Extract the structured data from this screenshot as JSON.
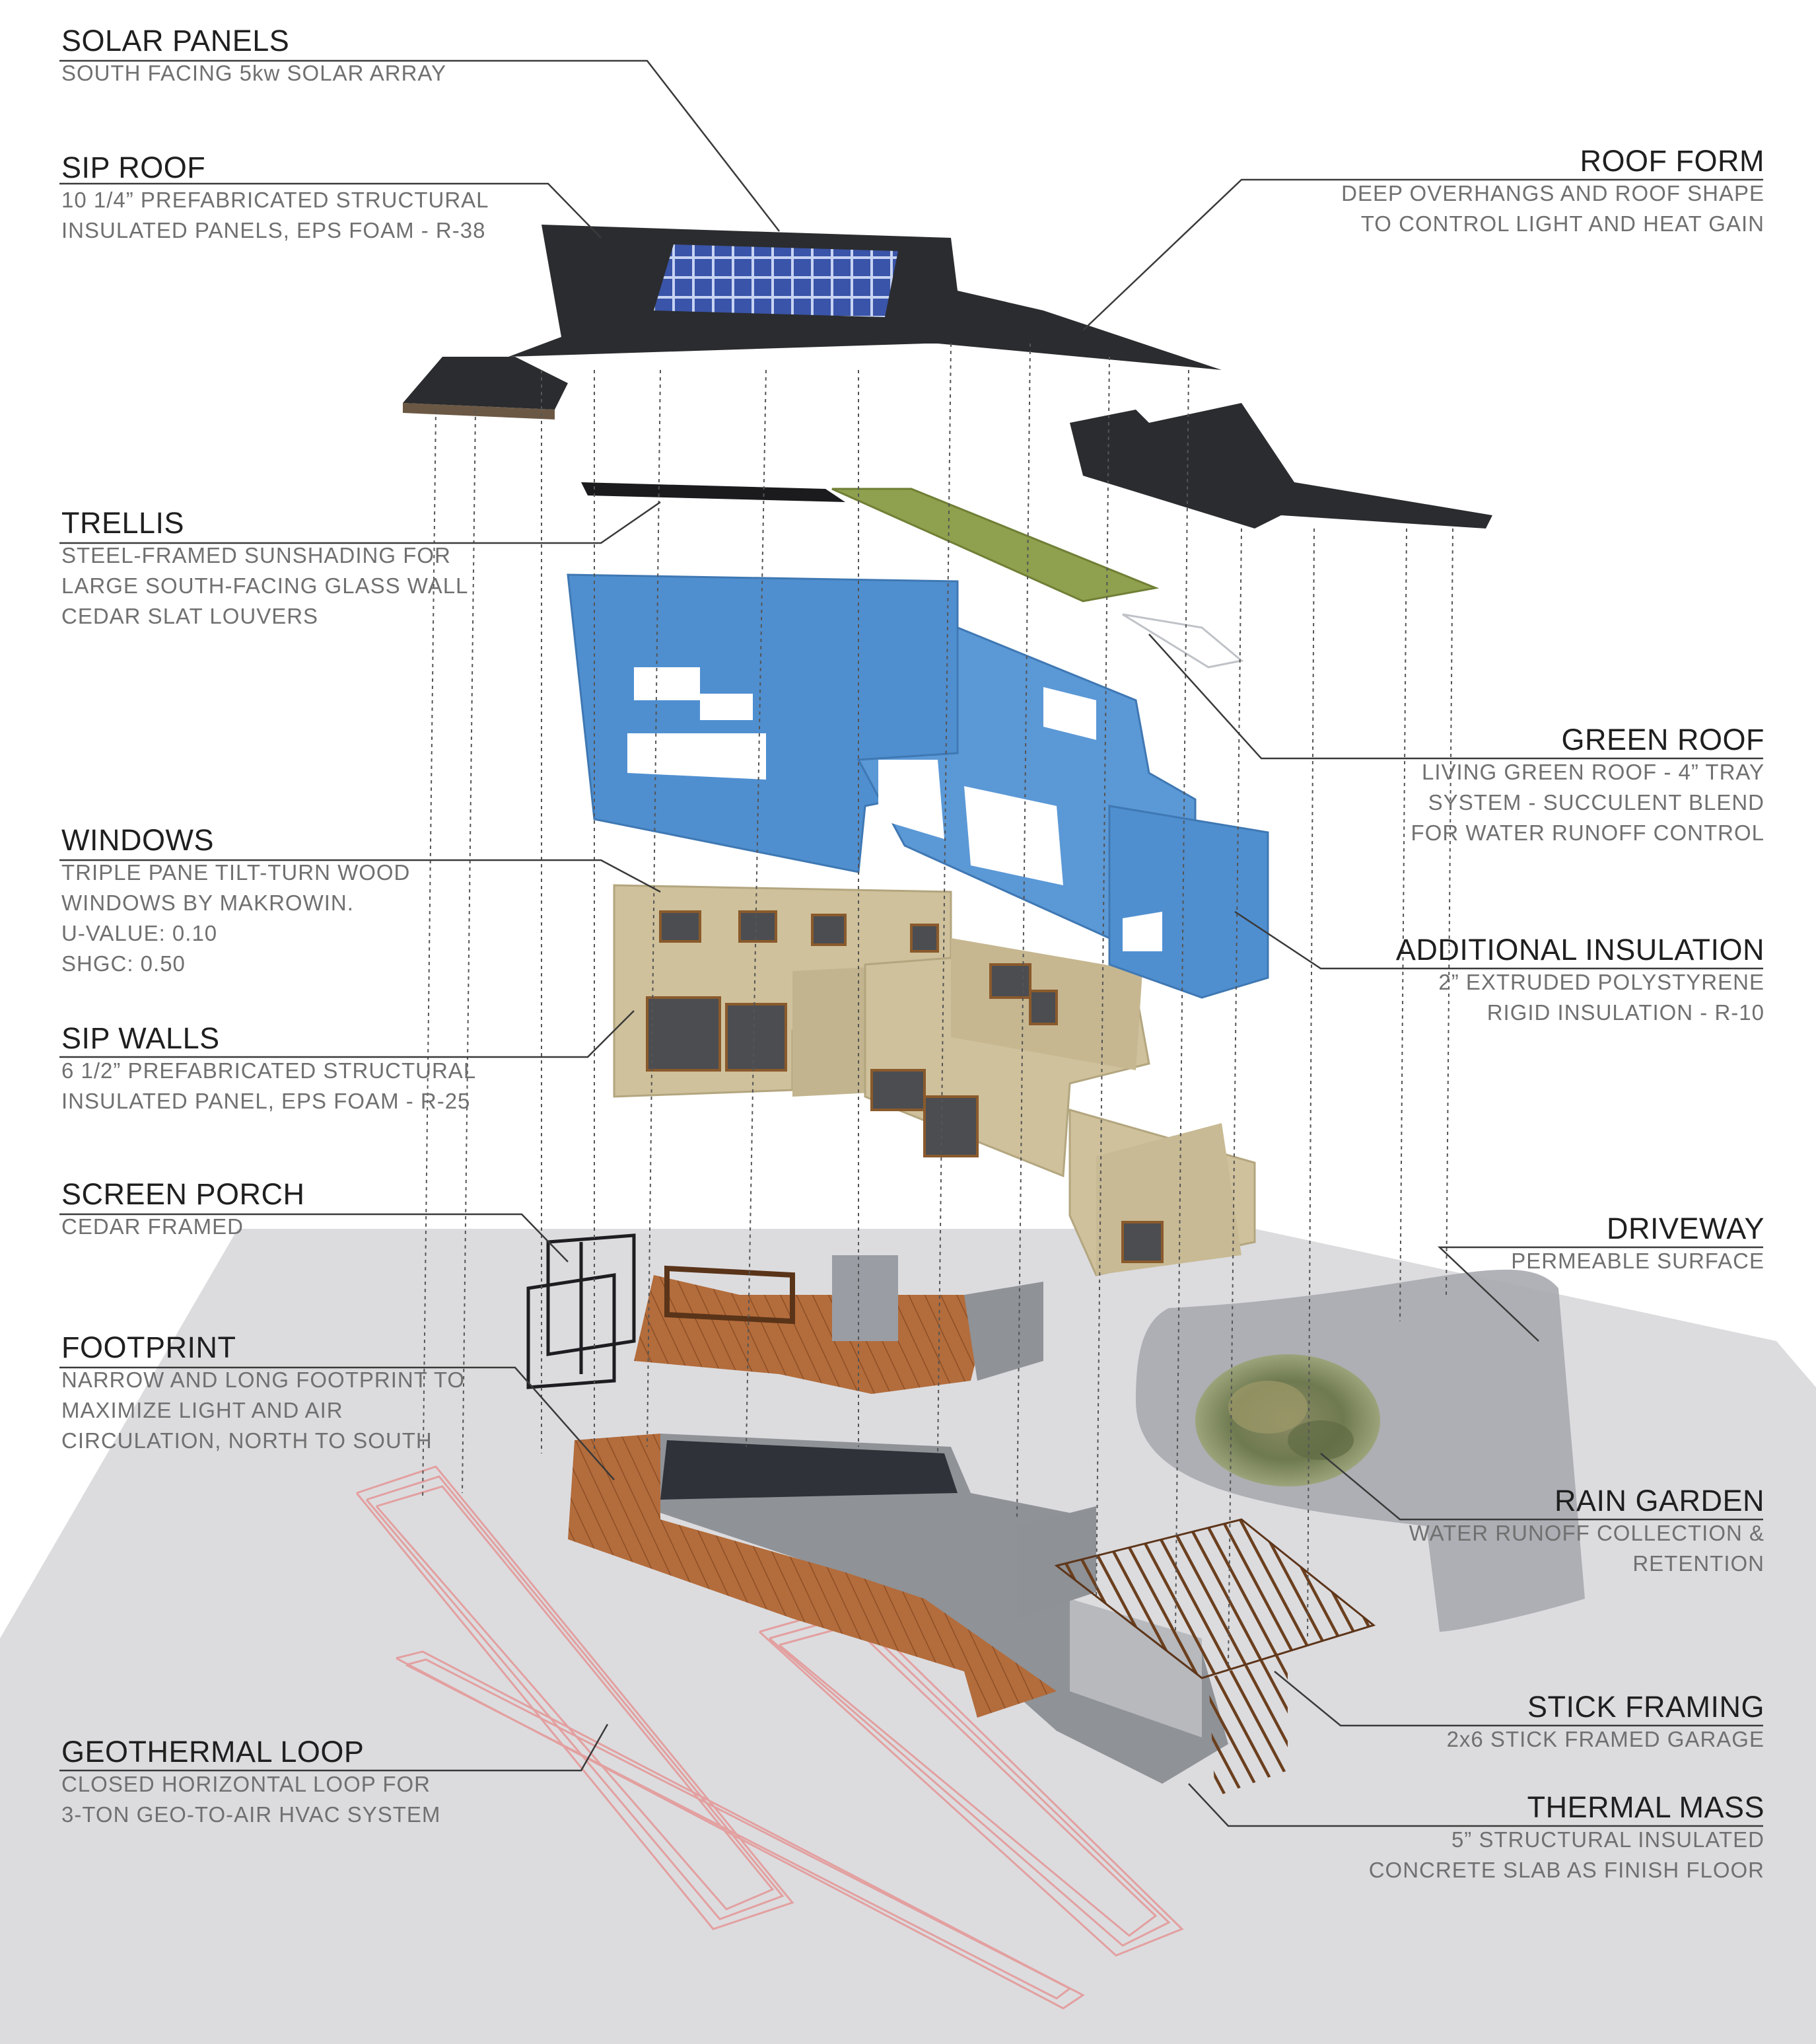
{
  "labels": {
    "solar_panels": {
      "title": "SOLAR PANELS",
      "lines": [
        "SOUTH FACING 5kw SOLAR ARRAY"
      ]
    },
    "sip_roof": {
      "title": "SIP ROOF",
      "lines": [
        "10 1/4” PREFABRICATED STRUCTURAL",
        "INSULATED PANELS, EPS FOAM - R-38"
      ]
    },
    "roof_form": {
      "title": "ROOF FORM",
      "lines": [
        "DEEP OVERHANGS AND ROOF SHAPE",
        "TO CONTROL LIGHT AND HEAT GAIN"
      ]
    },
    "trellis": {
      "title": "TRELLIS",
      "lines": [
        "STEEL-FRAMED SUNSHADING FOR",
        "LARGE SOUTH-FACING GLASS WALL",
        "CEDAR SLAT LOUVERS"
      ]
    },
    "green_roof": {
      "title": "GREEN ROOF",
      "lines": [
        "LIVING GREEN ROOF - 4” TRAY",
        "SYSTEM - SUCCULENT BLEND",
        "FOR WATER RUNOFF CONTROL"
      ]
    },
    "windows": {
      "title": "WINDOWS",
      "lines": [
        "TRIPLE PANE TILT-TURN WOOD",
        "WINDOWS BY MAKROWIN.",
        "U-VALUE:  0.10",
        "SHGC: 0.50"
      ]
    },
    "additional_insulation": {
      "title": "ADDITIONAL INSULATION",
      "lines": [
        "2” EXTRUDED POLYSTYRENE",
        "RIGID INSULATION - R-10"
      ]
    },
    "sip_walls": {
      "title": "SIP WALLS",
      "lines": [
        "6 1/2” PREFABRICATED STRUCTURAL",
        "INSULATED PANEL, EPS FOAM - R-25"
      ]
    },
    "screen_porch": {
      "title": "SCREEN PORCH",
      "lines": [
        "CEDAR FRAMED"
      ]
    },
    "driveway": {
      "title": "DRIVEWAY",
      "lines": [
        "PERMEABLE SURFACE"
      ]
    },
    "footprint": {
      "title": "FOOTPRINT",
      "lines": [
        "NARROW AND LONG FOOTPRINT TO",
        "MAXIMIZE LIGHT AND AIR",
        "CIRCULATION, NORTH TO SOUTH"
      ]
    },
    "rain_garden": {
      "title": "RAIN GARDEN",
      "lines": [
        "WATER RUNOFF COLLECTION &",
        "RETENTION"
      ]
    },
    "stick_framing": {
      "title": "STICK FRAMING",
      "lines": [
        "2x6  STICK FRAMED GARAGE"
      ]
    },
    "geothermal_loop": {
      "title": "GEOTHERMAL LOOP",
      "lines": [
        "CLOSED HORIZONTAL LOOP FOR",
        "3-TON GEO-TO-AIR HVAC SYSTEM"
      ]
    },
    "thermal_mass": {
      "title": "THERMAL MASS",
      "lines": [
        "5” STRUCTURAL INSULATED",
        "CONCRETE SLAB AS FINISH FLOOR"
      ]
    }
  },
  "colors": {
    "roof": "#2b2c2f",
    "solar": "#3a55a8",
    "green_roof": "#8fa04e",
    "insulation_blue": "#4f8fd0",
    "sip_tan": "#cfc19b",
    "wood_deck": "#b06a3a",
    "ground": "#dcdcdf",
    "slab": "#a9abb0",
    "geothermal": "#e3a0a0",
    "leader": "#3a3a3a"
  }
}
